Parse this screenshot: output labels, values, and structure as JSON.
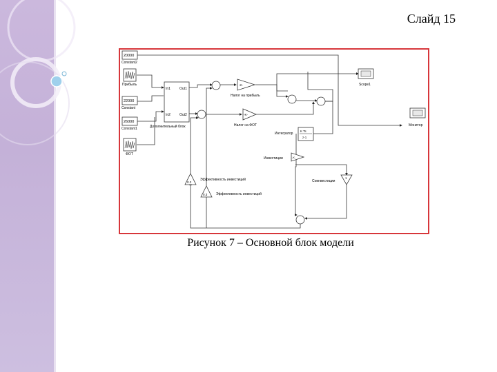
{
  "slide": {
    "title": "Слайд 15"
  },
  "figure": {
    "caption": "Рисунок 7 – Основной блок модели"
  },
  "diagram": {
    "blocks": {
      "constant2": {
        "value": "20000",
        "label": "Constant2"
      },
      "pribyl": {
        "label": "Прибыль"
      },
      "constant": {
        "value": "22000",
        "label": "Constant"
      },
      "constant1": {
        "value": "26000",
        "label": "Constant1"
      },
      "fot": {
        "label": "ФОТ"
      },
      "subsystem": {
        "in1": "In1",
        "in2": "In2",
        "out1": "Out1",
        "out2": "Out2",
        "label": "Дополнительный блок"
      },
      "gain_tax_profit": {
        "value": "-K-",
        "label": "Налог на прибыль"
      },
      "gain_tax_fot": {
        "value": "-K-",
        "label": "Налог на ФОТ"
      },
      "scope1": {
        "label": "Scope1"
      },
      "monitor": {
        "label": "Монитор"
      },
      "integrator": {
        "num": "K Ts",
        "den": "z-1",
        "label": "Интегратор"
      },
      "gain_invest": {
        "value": "-K-",
        "label": "Инвестиции"
      },
      "gain_coinvest": {
        "value": "1",
        "label": "Соинвестиции"
      },
      "gain_eff1": {
        "value": "0.2",
        "label": "Эффективность инвестиций"
      },
      "gain_eff2": {
        "value": "0.3",
        "label": "Эффективность инвестиций"
      }
    }
  }
}
